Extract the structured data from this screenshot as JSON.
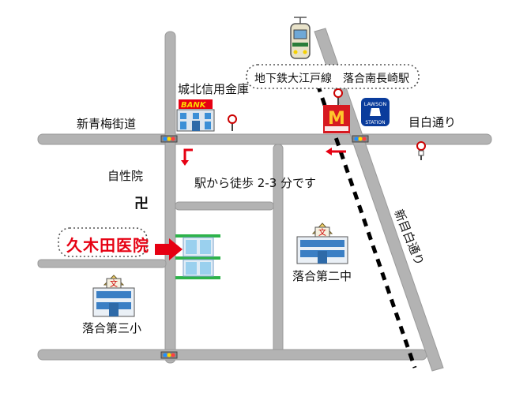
{
  "map": {
    "labels": {
      "shinaome_kaido": "新青梅街道",
      "mejiro_dori": "目白通り",
      "shin_mejiro_dori": "新目白通り",
      "bank": "城北信用金庫",
      "bank_sign": "BANK",
      "temple": "自性院",
      "walk_note": "駅から徒歩 2-3 分です",
      "clinic": "久木田医院",
      "school_2": "落合第二中",
      "school_3": "落合第三小",
      "station": "地下鉄大江戸線　落合南長崎駅",
      "lawson_top": "LAWSON",
      "lawson_bottom": "STATION",
      "school_mark": "文",
      "temple_mark": "卍"
    },
    "colors": {
      "road": "#b3b3b3",
      "road_edge": "#9a9a9a",
      "clinic_red": "#e60012",
      "clinic_green": "#2db34a",
      "lawson_blue": "#0a3c9c",
      "mcd_red": "#d71920",
      "mcd_yellow": "#ffc72c"
    },
    "icons": [
      "train-icon",
      "bank-icon",
      "bus-stop-icon",
      "traffic-light-icon",
      "mcdonalds-icon",
      "lawson-icon",
      "temple-icon",
      "school-icon",
      "clinic-building-icon",
      "arrow-icon"
    ]
  }
}
